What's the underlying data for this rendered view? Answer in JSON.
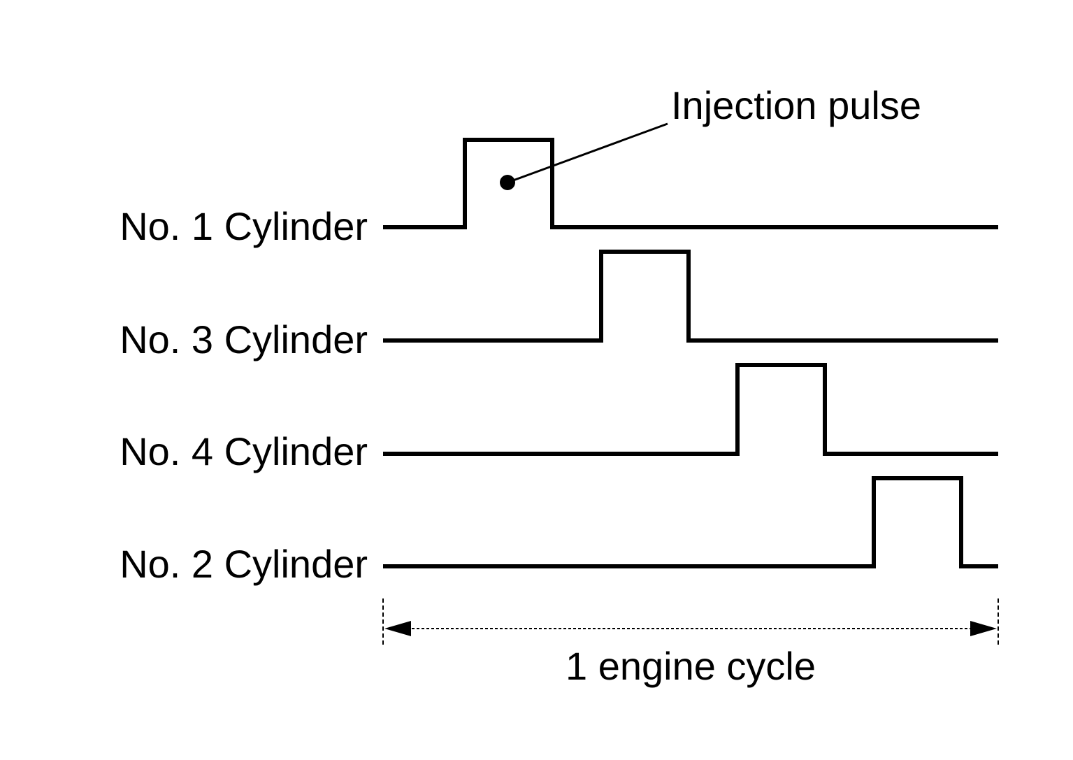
{
  "cylinders": [
    {
      "label": "No. 1 Cylinder"
    },
    {
      "label": "No. 3 Cylinder"
    },
    {
      "label": "No. 4 Cylinder"
    },
    {
      "label": "No. 2 Cylinder"
    }
  ],
  "callout": {
    "label": "Injection pulse"
  },
  "cycle": {
    "label": "1 engine cycle"
  },
  "colors": {
    "ink": "#000000",
    "background": "#ffffff"
  }
}
